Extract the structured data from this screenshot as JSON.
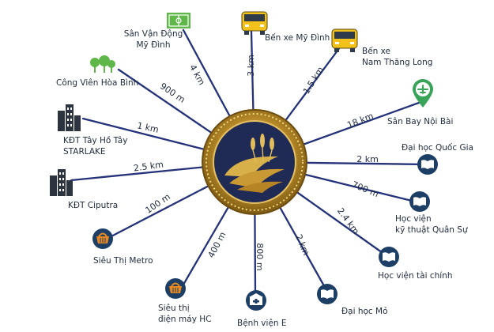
{
  "colors": {
    "spoke": "#24327a",
    "hub_outer": "#b8902c",
    "hub_inner": "#1f2a55",
    "icon_navy": "#1d3f66",
    "bus_yellow": "#f2c21b",
    "park_green": "#5fb74a",
    "pin_green": "#3aa35a",
    "basket_orange": "#e88a1f",
    "building_dark": "#2c3440"
  },
  "hub": {
    "logo": "golden-field-logo"
  },
  "destinations": [
    {
      "id": "stadium",
      "icon": "stadium-icon",
      "lines": [
        "Sân Vận Động",
        "Mỹ Đình"
      ],
      "distance": "4 km"
    },
    {
      "id": "bus-my-dinh",
      "icon": "bus-icon",
      "lines": [
        "Bến xe Mỹ Đình"
      ],
      "distance": "3 km"
    },
    {
      "id": "bus-nam-thang-long",
      "icon": "bus-icon",
      "lines": [
        "Bến xe",
        "Nam Thăng Long"
      ],
      "distance": "1.5 km"
    },
    {
      "id": "airport",
      "icon": "airport-pin-icon",
      "lines": [
        "Sân Bay Nội Bài"
      ],
      "distance": "18 km"
    },
    {
      "id": "national-university",
      "icon": "book-icon",
      "lines": [
        "Đại học Quốc Gia"
      ],
      "distance": "2 km"
    },
    {
      "id": "military-academy",
      "icon": "book-icon",
      "lines": [
        "Học viện",
        "kỹ thuật Quân Sự"
      ],
      "distance": "700 m"
    },
    {
      "id": "finance-academy",
      "icon": "book-icon",
      "lines": [
        "Học  viện tài chính"
      ],
      "distance": "2.4 km"
    },
    {
      "id": "mining-university",
      "icon": "book-icon",
      "lines": [
        "Đại học Mỏ"
      ],
      "distance": "2 km"
    },
    {
      "id": "hospital-e",
      "icon": "hospital-icon",
      "lines": [
        "Bệnh viện E"
      ],
      "distance": "800 m"
    },
    {
      "id": "hc-supermarket",
      "icon": "basket-icon",
      "lines": [
        "Siêu thị",
        "điện máy HC"
      ],
      "distance": "400 m"
    },
    {
      "id": "metro",
      "icon": "basket-icon",
      "lines": [
        "Siêu Thị Metro"
      ],
      "distance": "100 m"
    },
    {
      "id": "ciputra",
      "icon": "buildings-icon",
      "lines": [
        "KĐT Ciputra"
      ],
      "distance": "2.5 km"
    },
    {
      "id": "starlake",
      "icon": "buildings-icon",
      "lines": [
        "KĐT Tây Hồ Tây",
        "STARLAKE"
      ],
      "distance": "1 km"
    },
    {
      "id": "hoa-binh-park",
      "icon": "park-icon",
      "lines": [
        "Công Viên Hòa Bình"
      ],
      "distance": "900 m"
    }
  ]
}
